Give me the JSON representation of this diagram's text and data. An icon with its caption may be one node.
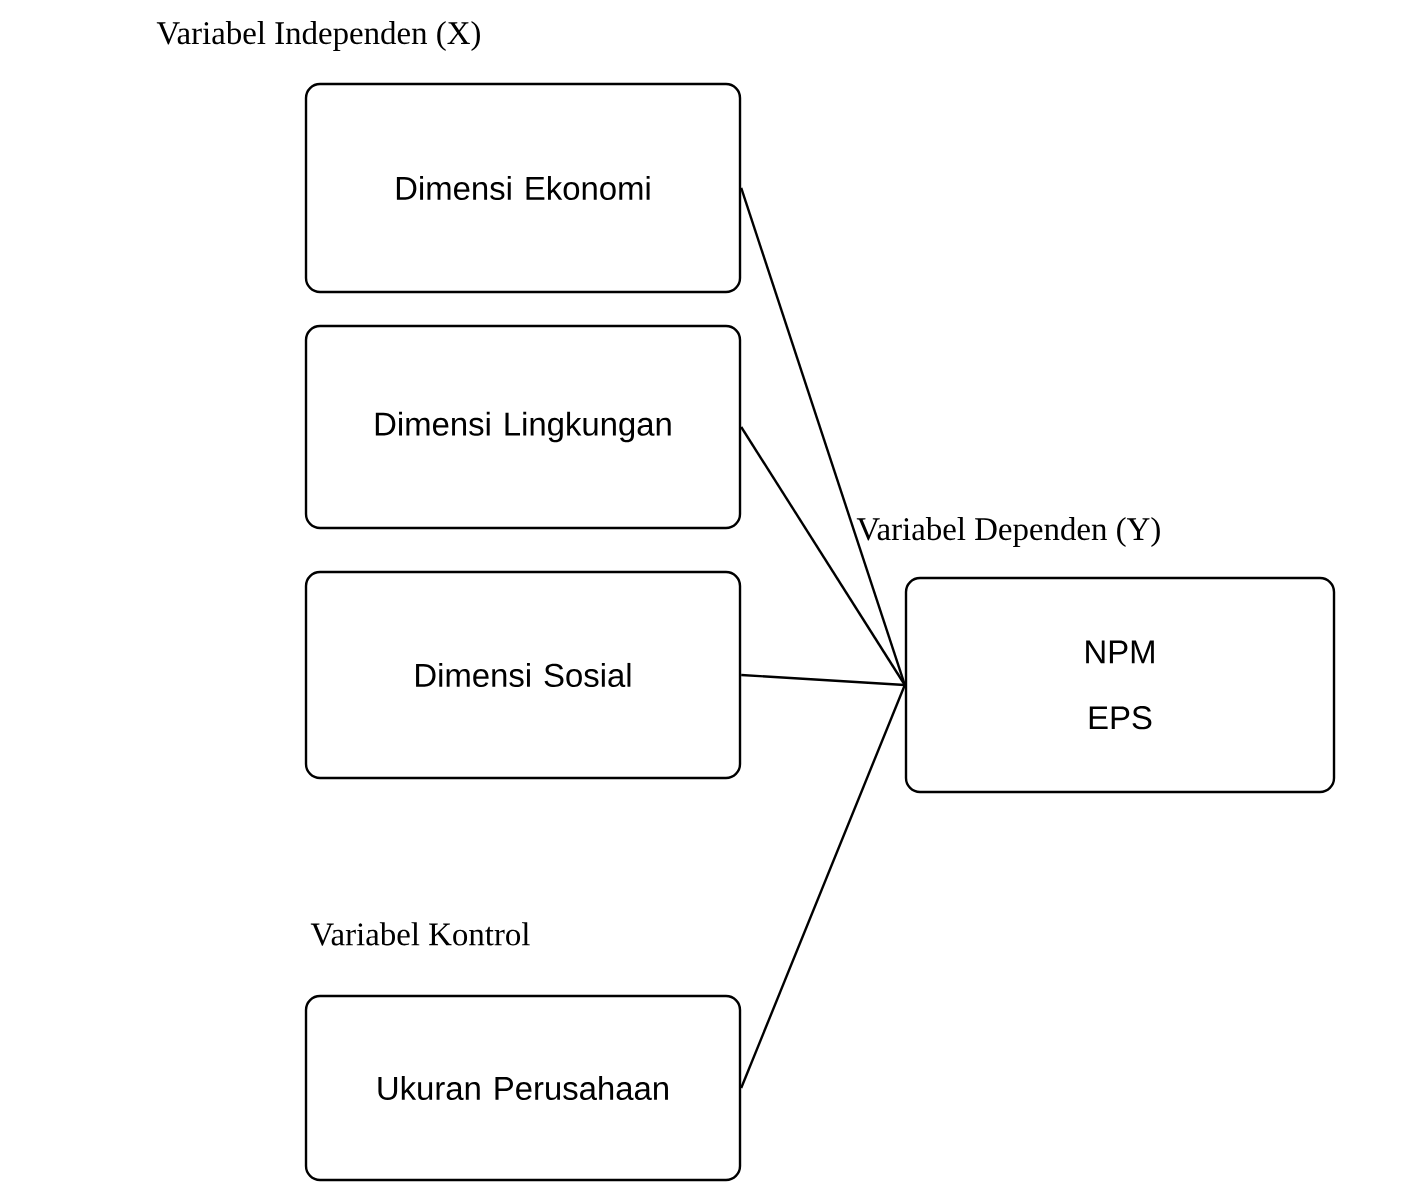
{
  "diagram": {
    "nodes": [
      {
        "text": [
          "Dimensi Ekonomi"
        ]
      },
      {
        "text": [
          "Dimensi Lingkungan"
        ]
      },
      {
        "text": [
          "Dimensi Sosial"
        ]
      },
      {
        "text": [
          "NPM",
          "EPS"
        ]
      },
      {
        "text": [
          "Ukuran Perusahaan"
        ]
      }
    ],
    "edges": [
      {
        "from": 0,
        "to": 3,
        "arrow": "none"
      },
      {
        "from": 1,
        "to": 3,
        "arrow": "none"
      },
      {
        "from": 2,
        "to": 3,
        "arrow": "none"
      },
      {
        "from": 4,
        "to": 3,
        "arrow": "none"
      }
    ],
    "labels": [
      "Variabel Independen (X)",
      "Variabel Dependen (Y)",
      "Variabel Kontrol"
    ]
  }
}
